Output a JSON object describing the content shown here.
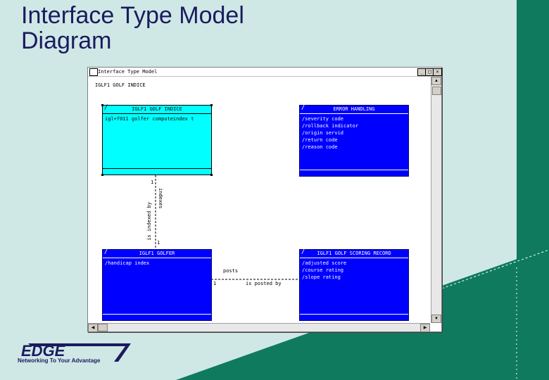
{
  "slide": {
    "title_line1": "Interface Type Model",
    "title_line2": "Diagram",
    "logo_word": "EDGE",
    "logo_tagline": "Networking To Your Advantage"
  },
  "window": {
    "title": "Interface Type Model",
    "minimize_label": "_",
    "maximize_label": "□",
    "close_label": "×",
    "document_name": "IGLF1 GOLF INDICE",
    "icon_name": "diagram-app-icon"
  },
  "entities": {
    "golf_indice": {
      "name": "IGLF1 GOLF INDICE",
      "attributes": [
        "igl+f011 golfer computeindex t"
      ]
    },
    "error_handling": {
      "name": "ERROR HANDLING",
      "attributes": [
        "/severity code",
        "/rollback indicator",
        "/origin servid",
        "/return code",
        "/reason code"
      ]
    },
    "golfer": {
      "name": "IGLF1 GOLFER",
      "attributes": [
        "/handicap index"
      ]
    },
    "golf_scoring_record": {
      "name": "IGLF1 GOLF SCORING RECORD",
      "attributes": [
        "/adjusted score",
        "/course rating",
        "/slope rating"
      ]
    }
  },
  "relationships": {
    "indice_golfer": {
      "forward": "indexes",
      "reverse": "is indexed by",
      "card_top": "1",
      "card_bottom": "1"
    },
    "golfer_scoring": {
      "forward": "posts",
      "reverse": "is posted by",
      "card_left": "1"
    }
  },
  "colors": {
    "entity_fill": "#0000ff",
    "selected_fill": "#00ffff",
    "slide_bg": "#cfe8e6",
    "accent_green": "#0f7a5e"
  }
}
